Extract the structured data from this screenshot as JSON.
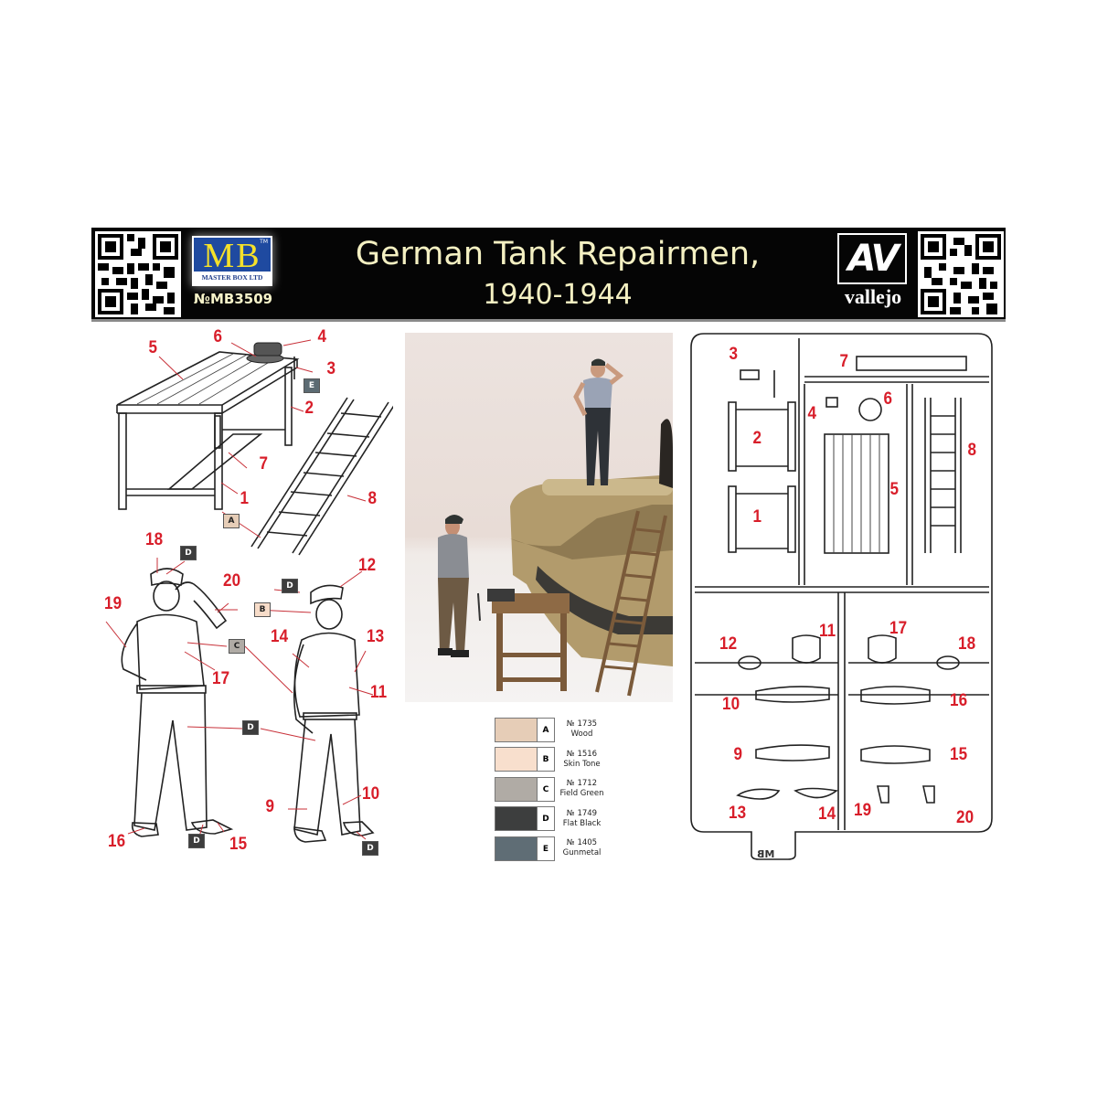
{
  "header": {
    "title_line1": "German Tank Repairmen,",
    "title_line2": "1940-1944",
    "brand_logo_letters": "MB",
    "brand_logo_tm": "TM",
    "brand_name": "MASTER BOX LTD",
    "kit_number": "№MB3509",
    "paint_logo_letters": "AV",
    "paint_brand": "vallejo",
    "colors": {
      "band": "#050505",
      "title": "#f4f0c2",
      "mb_blue": "#1f4aa0",
      "mb_yellow": "#f5e12a"
    }
  },
  "workbench_diagram": {
    "part_labels": [
      "5",
      "6",
      "4",
      "3",
      "2",
      "7",
      "1",
      "8"
    ],
    "color_tags": [
      "E",
      "A"
    ]
  },
  "figures_diagram": {
    "figure_left_labels": [
      "18",
      "20",
      "19",
      "17",
      "16",
      "15"
    ],
    "figure_right_labels": [
      "12",
      "14",
      "13",
      "11",
      "9",
      "10"
    ],
    "color_tags": [
      "D",
      "D",
      "B",
      "C",
      "D",
      "D",
      "D"
    ]
  },
  "paint_swatches": [
    {
      "letter": "A",
      "number": "№ 1735",
      "name": "Wood",
      "color": "#e6cdb7"
    },
    {
      "letter": "B",
      "number": "№ 1516",
      "name": "Skin Tone",
      "color": "#f8dfcd"
    },
    {
      "letter": "C",
      "number": "№ 1712",
      "name": "Field Green",
      "color": "#b0aba5"
    },
    {
      "letter": "D",
      "number": "№ 1749",
      "name": "Flat Black",
      "color": "#3d3e3e"
    },
    {
      "letter": "E",
      "number": "№ 1405",
      "name": "Gunmetal",
      "color": "#5f6d75"
    }
  ],
  "sprue": {
    "labels_top": [
      "3",
      "7",
      "4",
      "6",
      "2",
      "5",
      "8",
      "1"
    ],
    "labels_bottom": [
      "12",
      "11",
      "17",
      "18",
      "10",
      "16",
      "9",
      "15",
      "13",
      "14",
      "19",
      "20"
    ],
    "tab_text": "MB"
  },
  "photo": {
    "alt": "Painted figures: repairman standing on tank hull, second repairman beside workbench with vise, ladder leaning on tank"
  }
}
